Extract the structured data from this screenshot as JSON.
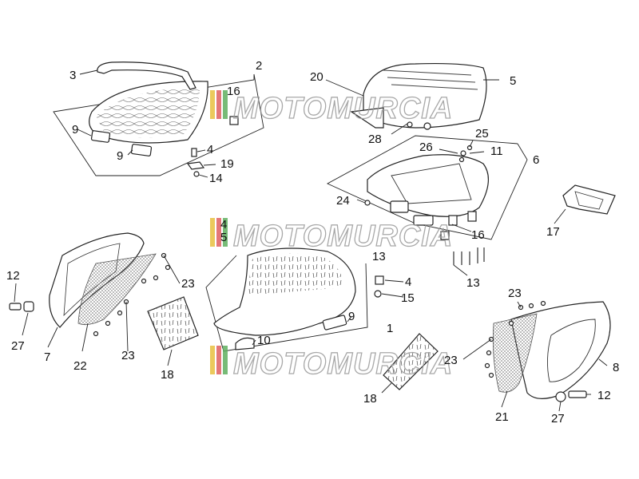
{
  "diagram": {
    "labels": [
      {
        "id": "lbl-3",
        "text": "3"
      },
      {
        "id": "lbl-2",
        "text": "2"
      },
      {
        "id": "lbl-16a",
        "text": "16"
      },
      {
        "id": "lbl-9a",
        "text": "9"
      },
      {
        "id": "lbl-9b",
        "text": "9"
      },
      {
        "id": "lbl-4a",
        "text": "4"
      },
      {
        "id": "lbl-19",
        "text": "19"
      },
      {
        "id": "lbl-14",
        "text": "14"
      },
      {
        "id": "lbl-20",
        "text": "20"
      },
      {
        "id": "lbl-5",
        "text": "5"
      },
      {
        "id": "lbl-28",
        "text": "28"
      },
      {
        "id": "lbl-25",
        "text": "25"
      },
      {
        "id": "lbl-26",
        "text": "26"
      },
      {
        "id": "lbl-11",
        "text": "11"
      },
      {
        "id": "lbl-6",
        "text": "6"
      },
      {
        "id": "lbl-24",
        "text": "24"
      },
      {
        "id": "lbl-16b",
        "text": "16"
      },
      {
        "id": "lbl-17",
        "text": "17"
      },
      {
        "id": "lbl-13a",
        "text": "13"
      },
      {
        "id": "lbl-13b",
        "text": "13"
      },
      {
        "id": "lbl-12a",
        "text": "12"
      },
      {
        "id": "lbl-27a",
        "text": "27"
      },
      {
        "id": "lbl-7",
        "text": "7"
      },
      {
        "id": "lbl-22",
        "text": "22"
      },
      {
        "id": "lbl-23a",
        "text": "23"
      },
      {
        "id": "lbl-23b",
        "text": "23"
      },
      {
        "id": "lbl-18a",
        "text": "18"
      },
      {
        "id": "lbl-4b",
        "text": "4"
      },
      {
        "id": "lbl-15",
        "text": "15"
      },
      {
        "id": "lbl-1",
        "text": "1"
      },
      {
        "id": "lbl-9c",
        "text": "9"
      },
      {
        "id": "lbl-10",
        "text": "10"
      },
      {
        "id": "lbl-18b",
        "text": "18"
      },
      {
        "id": "lbl-23c",
        "text": "23"
      },
      {
        "id": "lbl-23d",
        "text": "23"
      },
      {
        "id": "lbl-8",
        "text": "8"
      },
      {
        "id": "lbl-21",
        "text": "21"
      },
      {
        "id": "lbl-27b",
        "text": "27"
      },
      {
        "id": "lbl-12b",
        "text": "12"
      },
      {
        "id": "lbl-4c",
        "text": "4"
      },
      {
        "id": "lbl-5b",
        "text": "5"
      }
    ]
  },
  "watermark": {
    "text": "MOTOMURCIA",
    "colors": [
      "#e8c040",
      "#e06060",
      "#60b060"
    ]
  }
}
